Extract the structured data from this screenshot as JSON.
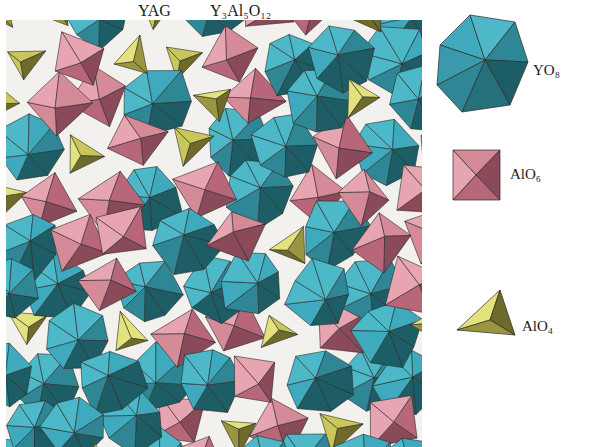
{
  "diagram": {
    "title": "YAG",
    "labels": [
      "Y₃Al₅O₁₂"
    ],
    "legend": [
      {
        "text": "YO₈"
      },
      {
        "text": "AlO₆"
      },
      {
        "text": "AlO₄"
      }
    ]
  }
}
